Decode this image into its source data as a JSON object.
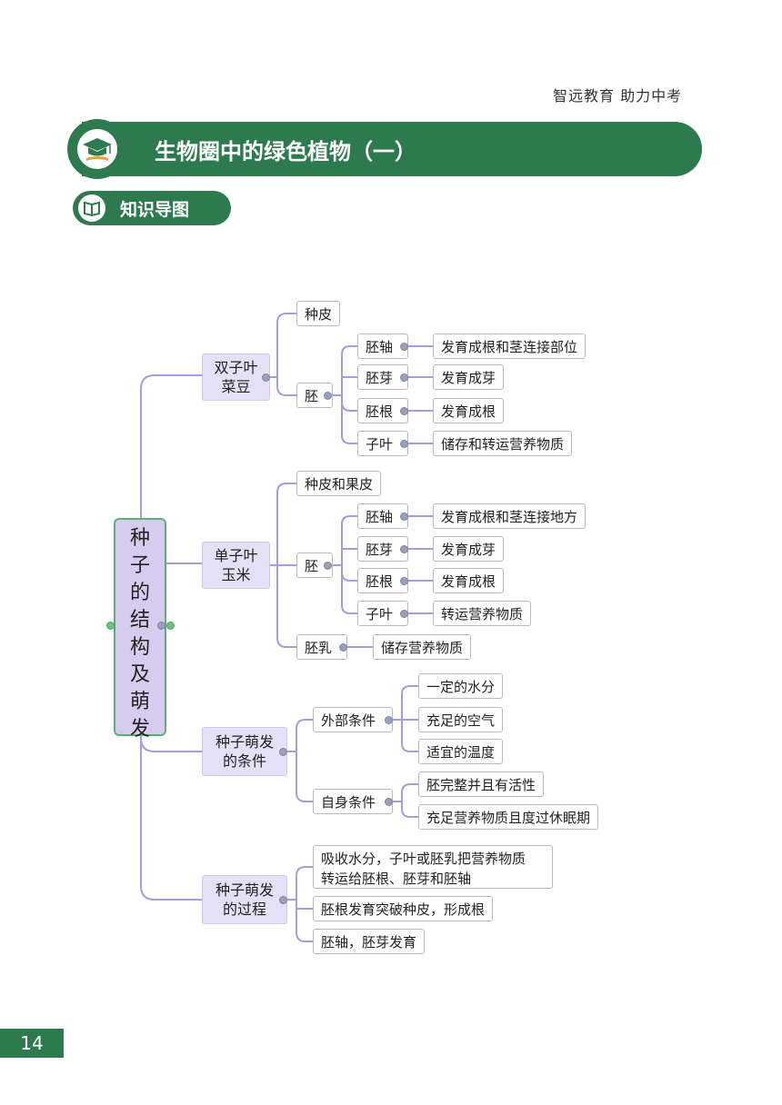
{
  "header": {
    "brand": "智远教育  助力中考"
  },
  "title": {
    "text": "生物圈中的绿色植物（一）"
  },
  "section": {
    "label": "知识导图"
  },
  "mindmap": {
    "root": [
      "种",
      "子",
      "的",
      "结",
      "构",
      "及",
      "萌",
      "发"
    ],
    "dicot": {
      "label_line1": "双子叶",
      "label_line2": "菜豆",
      "coat": "种皮",
      "embryo": "胚",
      "parts": [
        {
          "name": "胚轴",
          "desc": "发育成根和茎连接部位"
        },
        {
          "name": "胚芽",
          "desc": "发育成芽"
        },
        {
          "name": "胚根",
          "desc": "发育成根"
        },
        {
          "name": "子叶",
          "desc": "储存和转运营养物质"
        }
      ]
    },
    "monocot": {
      "label_line1": "单子叶",
      "label_line2": "玉米",
      "coat": "种皮和果皮",
      "embryo": "胚",
      "parts": [
        {
          "name": "胚轴",
          "desc": "发育成根和茎连接地方"
        },
        {
          "name": "胚芽",
          "desc": "发育成芽"
        },
        {
          "name": "胚根",
          "desc": "发育成根"
        },
        {
          "name": "子叶",
          "desc": "转运营养物质"
        }
      ],
      "endosperm": "胚乳",
      "endosperm_desc": "储存营养物质"
    },
    "conditions": {
      "label_line1": "种子萌发",
      "label_line2": "的条件",
      "external": "外部条件",
      "external_items": [
        "一定的水分",
        "充足的空气",
        "适宜的温度"
      ],
      "internal": "自身条件",
      "internal_items": [
        "胚完整并且有活性",
        "充足营养物质且度过休眠期"
      ]
    },
    "process": {
      "label_line1": "种子萌发",
      "label_line2": "的过程",
      "steps": [
        {
          "line1": "吸收水分，子叶或胚乳把营养物质",
          "line2": "转运给胚根、胚芽和胚轴"
        },
        {
          "line1": "胚根发育突破种皮，形成根",
          "line2": ""
        },
        {
          "line1": "胚轴，胚芽发育",
          "line2": ""
        }
      ]
    }
  },
  "footer": {
    "page_number": "14"
  },
  "colors": {
    "brand_green": "#2d7a4f",
    "line_purple": "#a99be0",
    "level1_bg": "#e4e0f6"
  }
}
